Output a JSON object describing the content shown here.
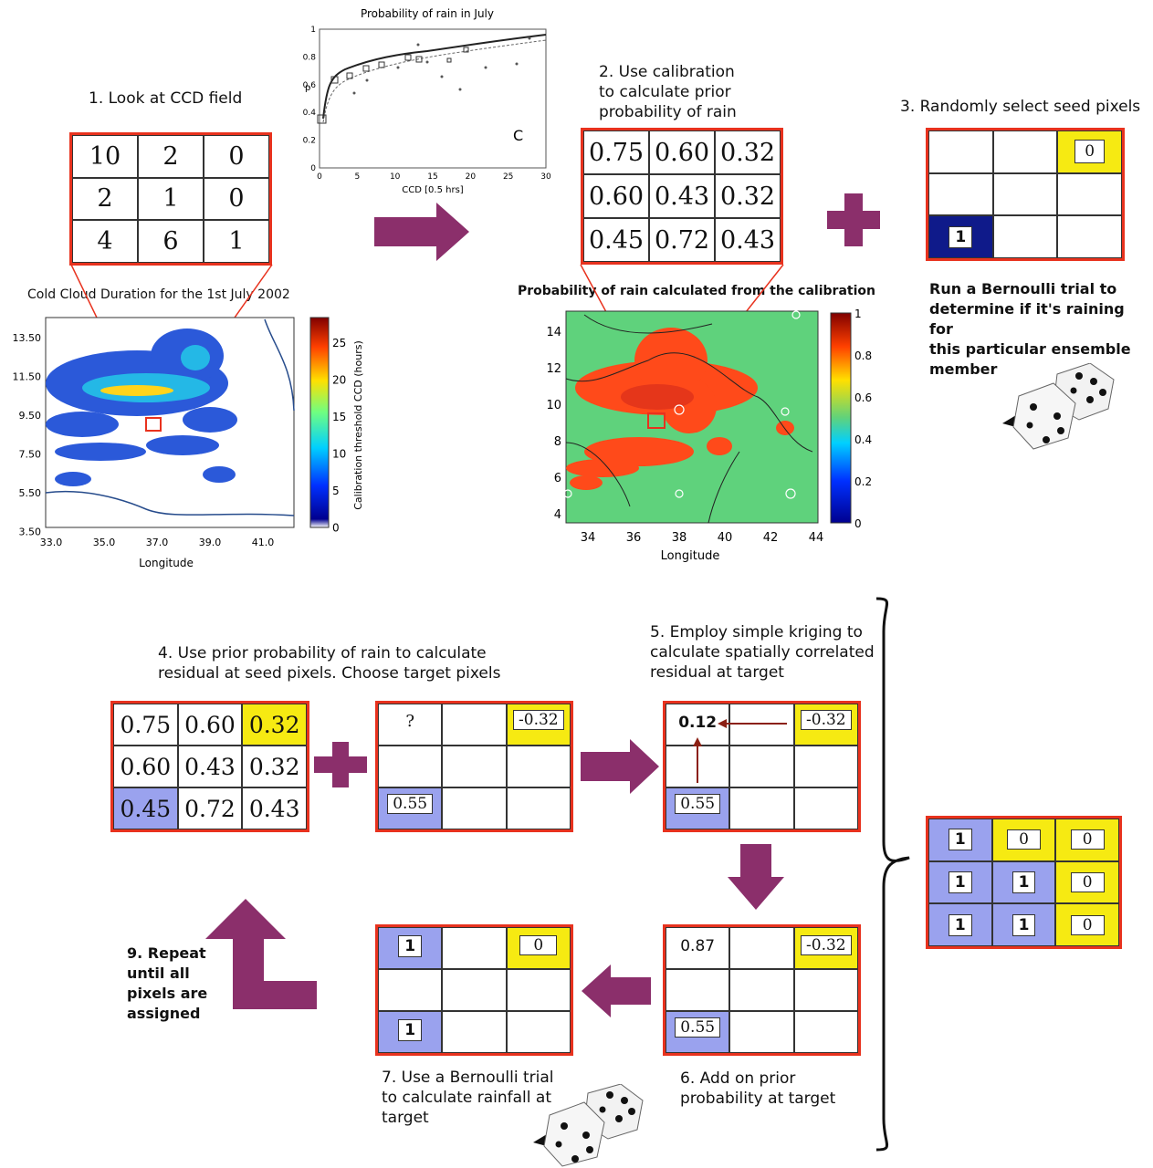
{
  "steps": {
    "s1": "1. Look at CCD field",
    "s2": [
      "2. Use calibration",
      "to calculate prior",
      "probability of rain"
    ],
    "s3": "3. Randomly select seed pixels",
    "s3_note": [
      "Run a Bernoulli trial to",
      "determine if it's raining for",
      "this particular ensemble",
      "member"
    ],
    "s4": [
      "4. Use prior probability of rain to calculate",
      "residual at seed pixels.  Choose target pixels"
    ],
    "s5": [
      "5. Employ simple kriging to",
      "calculate spatially correlated",
      "residual at target"
    ],
    "s6": [
      "6. Add on prior",
      "probability at target"
    ],
    "s7": [
      "7. Use a Bernoulli trial",
      "to calculate rainfall at",
      "target"
    ],
    "s9": [
      "9. Repeat",
      "until all",
      "pixels are",
      "assigned"
    ]
  },
  "ccd_grid": [
    "10",
    "2",
    "0",
    "2",
    "1",
    "0",
    "4",
    "6",
    "1"
  ],
  "prob_grid": [
    "0.75",
    "0.60",
    "0.32",
    "0.60",
    "0.43",
    "0.32",
    "0.45",
    "0.72",
    "0.43"
  ],
  "seed_grid": {
    "seed_top_right": "0",
    "seed_bottom_left": "1"
  },
  "residual_grid": {
    "target": "?",
    "top_right": "-0.32",
    "bottom_left": "0.55"
  },
  "kriging_grid": {
    "target": "0.12",
    "top_right": "-0.32",
    "bottom_left": "0.55"
  },
  "prior_added_grid": {
    "target": "0.87",
    "top_right": "-0.32",
    "bottom_left": "0.55"
  },
  "bernoulli_grid": {
    "top_left": "1",
    "top_right": "0",
    "bottom_left": "1"
  },
  "final_grid": [
    "1",
    "0",
    "0",
    "1",
    "1",
    "0",
    "1",
    "1",
    "0"
  ],
  "calib_chart": {
    "title": "Probability of rain in July",
    "xlabel": "CCD [0.5 hrs]",
    "ylabel": "p",
    "panel": "C",
    "xticks": [
      "0",
      "5",
      "10",
      "15",
      "20",
      "25",
      "30"
    ],
    "yticks": [
      "0",
      "0.2",
      "0.4",
      "0.6",
      "0.8",
      "1"
    ]
  },
  "ccd_map": {
    "title": "Cold Cloud Duration for the 1st July 2002",
    "xlabel": "Longitude",
    "xticks": [
      "33.0",
      "35.0",
      "37.0",
      "39.0",
      "41.0"
    ],
    "yticks": [
      "13.50",
      "11.50",
      "9.50",
      "7.50",
      "5.50",
      "3.50"
    ],
    "cbar_label": "Calibration threshold CCD (hours)",
    "cbar_ticks": [
      "25",
      "20",
      "15",
      "10",
      "5",
      "0"
    ]
  },
  "prob_map": {
    "title": "Probability of rain calculated from the calibration",
    "xlabel": "Longitude",
    "xticks": [
      "34",
      "36",
      "38",
      "40",
      "42",
      "44"
    ],
    "yticks": [
      "14",
      "12",
      "10",
      "8",
      "6",
      "4"
    ],
    "cbar_ticks": [
      "1",
      "0.8",
      "0.6",
      "0.4",
      "0.2",
      "0"
    ]
  },
  "colors": {
    "accent_red": "#e8321e",
    "arrow": "#8b2f6b",
    "yellow": "#f6ea12",
    "seed_blue": "#9aa2ee",
    "dark_blue": "#0f1a8a",
    "land": "#5fd27c"
  }
}
